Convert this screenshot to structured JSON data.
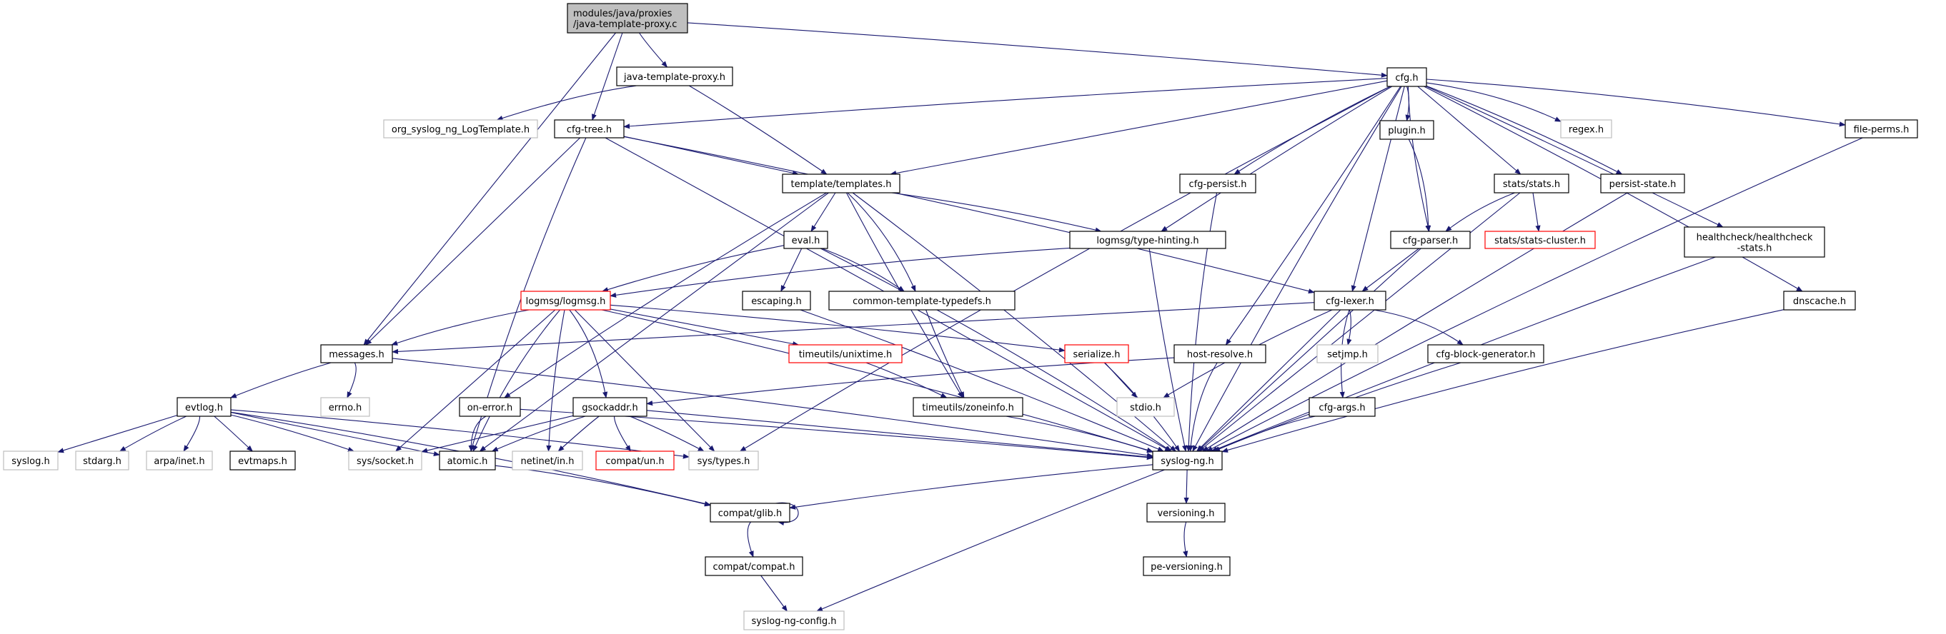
{
  "title": "modules/java/proxies/java-template-proxy.c include dependency graph",
  "colors": {
    "edge": "#191970",
    "root_fill": "#bfbfbf",
    "border_normal": "#000000",
    "border_system": "#bfbfbf",
    "border_missing": "#ff0000"
  },
  "nodes": [
    {
      "id": "root",
      "lines": [
        "modules/java/proxies",
        "/java-template-proxy.c"
      ],
      "kind": "root"
    },
    {
      "id": "jtp_h",
      "lines": [
        "java-template-proxy.h"
      ],
      "kind": "normal"
    },
    {
      "id": "cfg_h",
      "lines": [
        "cfg.h"
      ],
      "kind": "normal"
    },
    {
      "id": "org_tpl",
      "lines": [
        "org_syslog_ng_LogTemplate.h"
      ],
      "kind": "system"
    },
    {
      "id": "cfg_tree",
      "lines": [
        "cfg-tree.h"
      ],
      "kind": "normal"
    },
    {
      "id": "plugin",
      "lines": [
        "plugin.h"
      ],
      "kind": "normal"
    },
    {
      "id": "regex",
      "lines": [
        "regex.h"
      ],
      "kind": "system"
    },
    {
      "id": "file_perms",
      "lines": [
        "file-perms.h"
      ],
      "kind": "normal"
    },
    {
      "id": "templates",
      "lines": [
        "template/templates.h"
      ],
      "kind": "normal"
    },
    {
      "id": "cfg_persist",
      "lines": [
        "cfg-persist.h"
      ],
      "kind": "normal"
    },
    {
      "id": "stats",
      "lines": [
        "stats/stats.h"
      ],
      "kind": "normal"
    },
    {
      "id": "persist_state",
      "lines": [
        "persist-state.h"
      ],
      "kind": "normal"
    },
    {
      "id": "eval",
      "lines": [
        "eval.h"
      ],
      "kind": "normal"
    },
    {
      "id": "type_hinting",
      "lines": [
        "logmsg/type-hinting.h"
      ],
      "kind": "normal"
    },
    {
      "id": "cfg_parser",
      "lines": [
        "cfg-parser.h"
      ],
      "kind": "normal"
    },
    {
      "id": "stats_cluster",
      "lines": [
        "stats/stats-cluster.h"
      ],
      "kind": "missing"
    },
    {
      "id": "healthcheck",
      "lines": [
        "healthcheck/healthcheck",
        "-stats.h"
      ],
      "kind": "normal"
    },
    {
      "id": "logmsg",
      "lines": [
        "logmsg/logmsg.h"
      ],
      "kind": "missing"
    },
    {
      "id": "escaping",
      "lines": [
        "escaping.h"
      ],
      "kind": "normal"
    },
    {
      "id": "ctt",
      "lines": [
        "common-template-typedefs.h"
      ],
      "kind": "normal"
    },
    {
      "id": "cfg_lexer",
      "lines": [
        "cfg-lexer.h"
      ],
      "kind": "normal"
    },
    {
      "id": "dnscache",
      "lines": [
        "dnscache.h"
      ],
      "kind": "normal"
    },
    {
      "id": "messages",
      "lines": [
        "messages.h"
      ],
      "kind": "normal"
    },
    {
      "id": "unixtime",
      "lines": [
        "timeutils/unixtime.h"
      ],
      "kind": "missing"
    },
    {
      "id": "serialize",
      "lines": [
        "serialize.h"
      ],
      "kind": "missing"
    },
    {
      "id": "host_resolve",
      "lines": [
        "host-resolve.h"
      ],
      "kind": "normal"
    },
    {
      "id": "setjmp",
      "lines": [
        "setjmp.h"
      ],
      "kind": "system"
    },
    {
      "id": "cbg",
      "lines": [
        "cfg-block-generator.h"
      ],
      "kind": "normal"
    },
    {
      "id": "evtlog",
      "lines": [
        "evtlog.h"
      ],
      "kind": "normal"
    },
    {
      "id": "errno",
      "lines": [
        "errno.h"
      ],
      "kind": "system"
    },
    {
      "id": "on_error",
      "lines": [
        "on-error.h"
      ],
      "kind": "normal"
    },
    {
      "id": "gsockaddr",
      "lines": [
        "gsockaddr.h"
      ],
      "kind": "normal"
    },
    {
      "id": "zoneinfo",
      "lines": [
        "timeutils/zoneinfo.h"
      ],
      "kind": "normal"
    },
    {
      "id": "stdio",
      "lines": [
        "stdio.h"
      ],
      "kind": "system"
    },
    {
      "id": "cfg_args",
      "lines": [
        "cfg-args.h"
      ],
      "kind": "normal"
    },
    {
      "id": "syslog_h",
      "lines": [
        "syslog.h"
      ],
      "kind": "system"
    },
    {
      "id": "stdarg",
      "lines": [
        "stdarg.h"
      ],
      "kind": "system"
    },
    {
      "id": "arpa_inet",
      "lines": [
        "arpa/inet.h"
      ],
      "kind": "system"
    },
    {
      "id": "evtmaps",
      "lines": [
        "evtmaps.h"
      ],
      "kind": "normal"
    },
    {
      "id": "sys_socket",
      "lines": [
        "sys/socket.h"
      ],
      "kind": "system"
    },
    {
      "id": "atomic",
      "lines": [
        "atomic.h"
      ],
      "kind": "normal"
    },
    {
      "id": "netinet",
      "lines": [
        "netinet/in.h"
      ],
      "kind": "system"
    },
    {
      "id": "compat_un",
      "lines": [
        "compat/un.h"
      ],
      "kind": "missing"
    },
    {
      "id": "sys_types",
      "lines": [
        "sys/types.h"
      ],
      "kind": "system"
    },
    {
      "id": "syslog_ng",
      "lines": [
        "syslog-ng.h"
      ],
      "kind": "normal"
    },
    {
      "id": "glib",
      "lines": [
        "compat/glib.h"
      ],
      "kind": "normal"
    },
    {
      "id": "versioning",
      "lines": [
        "versioning.h"
      ],
      "kind": "normal"
    },
    {
      "id": "compat_compat",
      "lines": [
        "compat/compat.h"
      ],
      "kind": "normal"
    },
    {
      "id": "pe_versioning",
      "lines": [
        "pe-versioning.h"
      ],
      "kind": "normal"
    },
    {
      "id": "sng_config",
      "lines": [
        "syslog-ng-config.h"
      ],
      "kind": "system"
    }
  ],
  "edges": [
    [
      "root",
      "jtp_h"
    ],
    [
      "root",
      "cfg_h"
    ],
    [
      "root",
      "cfg_tree"
    ],
    [
      "root",
      "messages"
    ],
    [
      "jtp_h",
      "org_tpl"
    ],
    [
      "jtp_h",
      "templates"
    ],
    [
      "cfg_h",
      "cfg_tree"
    ],
    [
      "cfg_h",
      "templates"
    ],
    [
      "cfg_h",
      "plugin"
    ],
    [
      "cfg_h",
      "regex"
    ],
    [
      "cfg_h",
      "file_perms"
    ],
    [
      "cfg_h",
      "cfg_persist"
    ],
    [
      "cfg_h",
      "stats"
    ],
    [
      "cfg_h",
      "persist_state"
    ],
    [
      "cfg_h",
      "type_hinting"
    ],
    [
      "cfg_h",
      "cfg_parser"
    ],
    [
      "cfg_h",
      "healthcheck"
    ],
    [
      "cfg_h",
      "cfg_lexer"
    ],
    [
      "cfg_h",
      "dnscache"
    ],
    [
      "cfg_h",
      "host_resolve"
    ],
    [
      "cfg_h",
      "sys_types"
    ],
    [
      "cfg_h",
      "syslog_ng"
    ],
    [
      "cfg_tree",
      "templates"
    ],
    [
      "cfg_tree",
      "messages"
    ],
    [
      "cfg_tree",
      "cfg_lexer"
    ],
    [
      "cfg_tree",
      "atomic"
    ],
    [
      "cfg_tree",
      "syslog_ng"
    ],
    [
      "templates",
      "eval"
    ],
    [
      "templates",
      "type_hinting"
    ],
    [
      "templates",
      "ctt"
    ],
    [
      "templates",
      "zoneinfo"
    ],
    [
      "templates",
      "on_error"
    ],
    [
      "templates",
      "atomic"
    ],
    [
      "templates",
      "syslog_ng"
    ],
    [
      "plugin",
      "cfg_parser"
    ],
    [
      "cfg_persist",
      "syslog_ng"
    ],
    [
      "stats",
      "cfg_parser"
    ],
    [
      "stats",
      "stats_cluster"
    ],
    [
      "stats",
      "syslog_ng"
    ],
    [
      "persist_state",
      "syslog_ng"
    ],
    [
      "file_perms",
      "syslog_ng"
    ],
    [
      "eval",
      "logmsg"
    ],
    [
      "eval",
      "escaping"
    ],
    [
      "eval",
      "ctt"
    ],
    [
      "eval",
      "syslog_ng"
    ],
    [
      "type_hinting",
      "logmsg"
    ],
    [
      "type_hinting",
      "syslog_ng"
    ],
    [
      "cfg_parser",
      "cfg_lexer"
    ],
    [
      "cfg_parser",
      "syslog_ng"
    ],
    [
      "healthcheck",
      "syslog_ng"
    ],
    [
      "dnscache",
      "syslog_ng"
    ],
    [
      "logmsg",
      "messages"
    ],
    [
      "logmsg",
      "unixtime"
    ],
    [
      "logmsg",
      "serialize"
    ],
    [
      "logmsg",
      "gsockaddr"
    ],
    [
      "logmsg",
      "atomic"
    ],
    [
      "logmsg",
      "netinet"
    ],
    [
      "logmsg",
      "sys_types"
    ],
    [
      "logmsg",
      "sys_socket"
    ],
    [
      "logmsg",
      "syslog_ng"
    ],
    [
      "escaping",
      "syslog_ng"
    ],
    [
      "ctt",
      "zoneinfo"
    ],
    [
      "cfg_lexer",
      "messages"
    ],
    [
      "cfg_lexer",
      "setjmp"
    ],
    [
      "cfg_lexer",
      "cbg"
    ],
    [
      "cfg_lexer",
      "cfg_args"
    ],
    [
      "cfg_lexer",
      "stdio"
    ],
    [
      "cfg_lexer",
      "syslog_ng"
    ],
    [
      "messages",
      "evtlog"
    ],
    [
      "messages",
      "errno"
    ],
    [
      "messages",
      "syslog_ng"
    ],
    [
      "unixtime",
      "zoneinfo"
    ],
    [
      "serialize",
      "stdio"
    ],
    [
      "serialize",
      "syslog_ng"
    ],
    [
      "host_resolve",
      "gsockaddr"
    ],
    [
      "host_resolve",
      "syslog_ng"
    ],
    [
      "cbg",
      "syslog_ng"
    ],
    [
      "evtlog",
      "syslog_h"
    ],
    [
      "evtlog",
      "stdarg"
    ],
    [
      "evtlog",
      "arpa_inet"
    ],
    [
      "evtlog",
      "evtmaps"
    ],
    [
      "evtlog",
      "sys_socket"
    ],
    [
      "evtlog",
      "atomic"
    ],
    [
      "evtlog",
      "sys_types"
    ],
    [
      "evtlog",
      "glib"
    ],
    [
      "on_error",
      "atomic"
    ],
    [
      "on_error",
      "syslog_ng"
    ],
    [
      "gsockaddr",
      "sys_socket"
    ],
    [
      "gsockaddr",
      "atomic"
    ],
    [
      "gsockaddr",
      "netinet"
    ],
    [
      "gsockaddr",
      "compat_un"
    ],
    [
      "gsockaddr",
      "sys_types"
    ],
    [
      "gsockaddr",
      "syslog_ng"
    ],
    [
      "zoneinfo",
      "syslog_ng"
    ],
    [
      "cfg_args",
      "syslog_ng"
    ],
    [
      "atomic",
      "glib"
    ],
    [
      "syslog_ng",
      "glib"
    ],
    [
      "syslog_ng",
      "versioning"
    ],
    [
      "syslog_ng",
      "sng_config"
    ],
    [
      "glib",
      "glib"
    ],
    [
      "glib",
      "compat_compat"
    ],
    [
      "versioning",
      "pe_versioning"
    ],
    [
      "compat_compat",
      "sng_config"
    ]
  ]
}
